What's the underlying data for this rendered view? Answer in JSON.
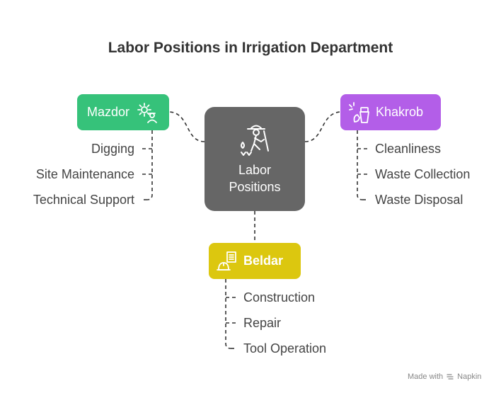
{
  "title": "Labor Positions in Irrigation Department",
  "center": {
    "line1": "Labor",
    "line2": "Positions",
    "icon": "farmer-icon"
  },
  "branches": {
    "mazdor": {
      "label": "Mazdor",
      "icon": "worker-gear-icon",
      "color": "#36c27a",
      "items": [
        "Digging",
        "Site Maintenance",
        "Technical Support"
      ]
    },
    "khakrob": {
      "label": "Khakrob",
      "icon": "cleaning-icon",
      "color": "#b35ee8",
      "items": [
        "Cleanliness",
        "Waste Collection",
        "Waste Disposal"
      ]
    },
    "beldar": {
      "label": "Beldar",
      "icon": "construction-icon",
      "color": "#dcc70f",
      "items": [
        "Construction",
        "Repair",
        "Tool Operation"
      ]
    }
  },
  "credit": {
    "prefix": "Made with",
    "brand": "Napkin"
  }
}
